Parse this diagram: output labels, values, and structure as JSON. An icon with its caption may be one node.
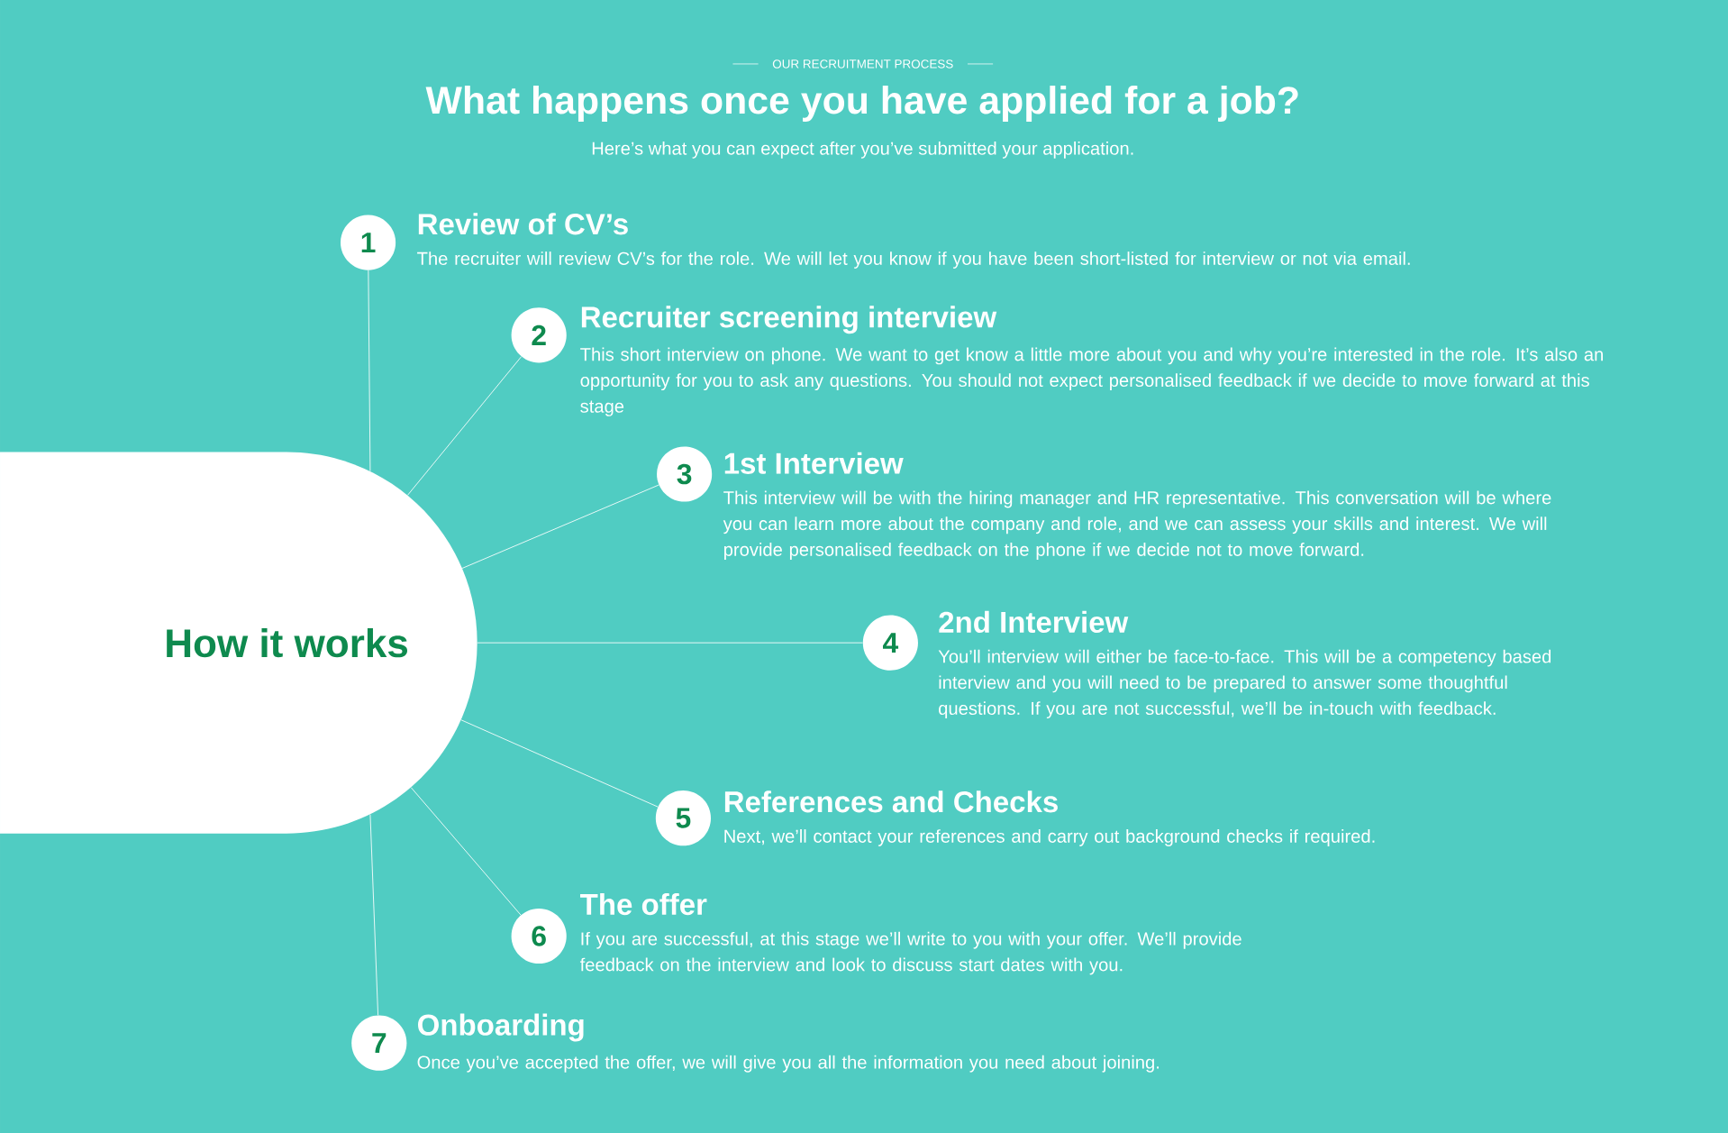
{
  "diagram": {
    "title": "What happens once you have applied for a job?",
    "nodes": [
      {
        "text": [
          "How it works"
        ]
      },
      {
        "text": [
          "1",
          "Review of CV’s",
          "The recruiter will review CV’s for the role. We will let you know if you have been short-listed for interview or not via email."
        ]
      },
      {
        "text": [
          "2",
          "Recruiter screening interview",
          "This short interview on phone. We want to get know a little more about you and why you’re interested in the role. It’s also an opportunity for you to ask any questions. You should not expect personalised feedback if we decide to move forward at this stage"
        ]
      },
      {
        "text": [
          "3",
          "1st Interview",
          "This interview will be with the hiring manager and HR representative. This conversation will be where you can learn more about the company and role, and we can assess your skills and interest. We will provide personalised feedback on the phone if we decide not to move forward."
        ]
      },
      {
        "text": [
          "4",
          "2nd Interview",
          "You’ll interview will either be face-to-face. This will be a competency based interview and you will need to be prepared to answer some thoughtful questions. If you are not successful, we’ll be in-touch with feedback."
        ]
      },
      {
        "text": [
          "5",
          "References and Checks",
          "Next, we’ll contact your references and carry out background checks if required."
        ]
      },
      {
        "text": [
          "6",
          "The offer",
          "If you are successful, at this stage we’ll write to you with your offer. We’ll provide feedback on the interview and look to discuss start dates with you."
        ]
      },
      {
        "text": [
          "7",
          "Onboarding",
          "Once you’ve accepted the offer, we will give you all the information you need about joining."
        ]
      }
    ],
    "edges": [
      {
        "from": 0,
        "to": 1,
        "arrow": "none"
      },
      {
        "from": 0,
        "to": 2,
        "arrow": "none"
      },
      {
        "from": 0,
        "to": 3,
        "arrow": "none"
      },
      {
        "from": 0,
        "to": 4,
        "arrow": "none"
      },
      {
        "from": 0,
        "to": 5,
        "arrow": "none"
      },
      {
        "from": 0,
        "to": 6,
        "arrow": "none"
      },
      {
        "from": 0,
        "to": 7,
        "arrow": "none"
      }
    ],
    "labels": [
      "OUR RECRUITMENT PROCESS",
      "Here’s what you can expect after you’ve submitted your application."
    ]
  }
}
